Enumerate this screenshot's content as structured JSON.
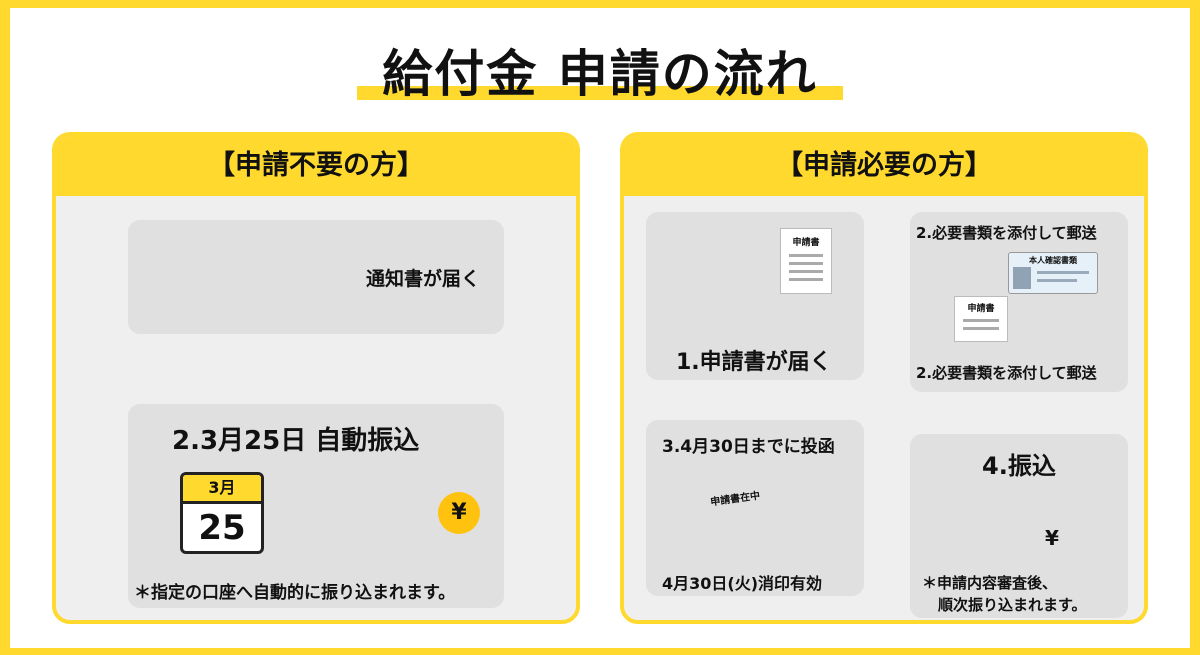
{
  "title": "給付金 申請の流れ",
  "left_panel": {
    "header": "【申請不要の方】",
    "step1_label": "通知書が届く",
    "step2_label": "2.3月25日 自動振込",
    "calendar_month": "3月",
    "calendar_day": "25",
    "yen_symbol": "¥",
    "note": "＊指定の口座へ自動的に振り込まれます。"
  },
  "right_panel": {
    "header": "【申請必要の方】",
    "step1_label": "1.申請書が届く",
    "step1_form_label": "申請書",
    "step2_top_label": "2.必要書類を添付して郵送",
    "step2_id_label": "本人確認書類",
    "step2_form_label": "申請書",
    "step2_bottom_label": "2.必要書類を添付して郵送",
    "step3_label": "3.4月30日までに投函",
    "step3_envelope_label": "申請書在中",
    "step3_note": "4月30日(火)消印有効",
    "step4_label": "4.振込",
    "step4_yen": "¥",
    "step4_note_line1": "＊申請内容審査後、",
    "step4_note_line2": "順次振り込まれます。"
  },
  "colors": {
    "accent_yellow": "#FFD92E",
    "card_gray": "#E0E0E0",
    "panel_gray": "#EFEFEF",
    "arrow_gray": "#8C8C8C",
    "post_red": "#D8201E"
  }
}
